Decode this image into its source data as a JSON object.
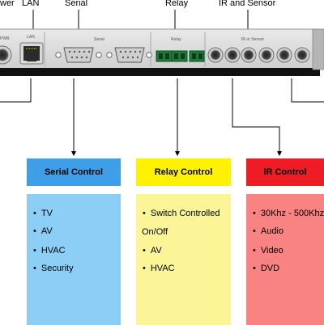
{
  "labels": {
    "power": "wer",
    "lan": "LAN",
    "serial": "Serial",
    "relay": "Relay",
    "ir_sensor": "IR and Sensor"
  },
  "panel_labels": {
    "lan": "LAN",
    "serial": "Serial",
    "relay": "Relay",
    "ir_sensor": "IR or Sensor",
    "power": "PWR"
  },
  "boxes": [
    {
      "title": "Serial Control",
      "header_color": "#3e9ee8",
      "body_color": "#8ccef6",
      "title_color": "#000000",
      "items": [
        {
          "text": "TV",
          "bullet": true
        },
        {
          "text": "AV",
          "bullet": true
        },
        {
          "text": "HVAC",
          "bullet": true
        },
        {
          "text": "Security",
          "bullet": true
        }
      ]
    },
    {
      "title": "Relay Control",
      "header_color": "#fff200",
      "body_color": "#fbf598",
      "title_color": "#000000",
      "items": [
        {
          "text": "Switch Controlled",
          "bullet": true
        },
        {
          "text": "On/Off",
          "bullet": false
        },
        {
          "text": "AV",
          "bullet": true
        },
        {
          "text": "HVAC",
          "bullet": true
        }
      ]
    },
    {
      "title": "IR Control",
      "header_color": "#ee1c24",
      "body_color": "#f98282",
      "title_color": "#000000",
      "items": [
        {
          "text": "30Khz - 500Khz",
          "bullet": true
        },
        {
          "text": "Audio",
          "bullet": true
        },
        {
          "text": "Video",
          "bullet": true
        },
        {
          "text": "DVD",
          "bullet": true
        }
      ]
    }
  ]
}
